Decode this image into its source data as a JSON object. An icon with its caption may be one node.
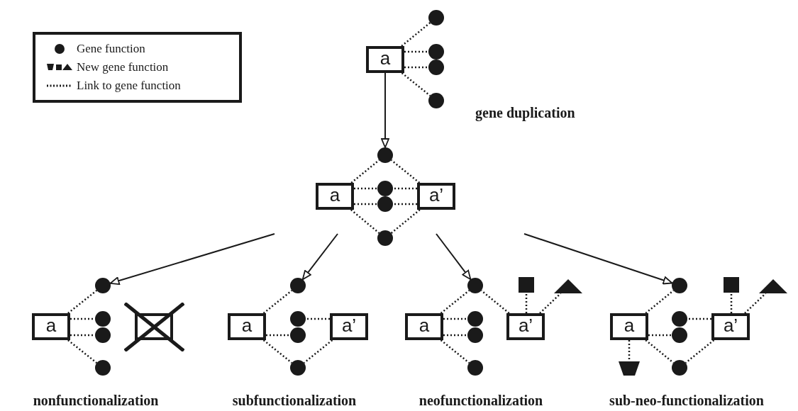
{
  "diagram": {
    "nodes": [
      {
        "text": [
          "a"
        ]
      },
      {
        "text": [],
        "shape": "circle"
      },
      {
        "text": [],
        "shape": "circle"
      },
      {
        "text": [],
        "shape": "circle"
      },
      {
        "text": [],
        "shape": "circle"
      },
      {
        "text": [
          "a"
        ]
      },
      {
        "text": [
          "a’"
        ]
      },
      {
        "text": [],
        "shape": "circle"
      },
      {
        "text": [],
        "shape": "circle"
      },
      {
        "text": [],
        "shape": "circle"
      },
      {
        "text": [],
        "shape": "circle"
      },
      {
        "text": [
          "a"
        ]
      },
      {
        "text": [],
        "shape": "circle"
      },
      {
        "text": [],
        "shape": "circle"
      },
      {
        "text": [],
        "shape": "circle"
      },
      {
        "text": [],
        "shape": "circle"
      },
      {
        "text": [],
        "shape": "box"
      },
      {
        "text": [
          "a"
        ]
      },
      {
        "text": [
          "a’"
        ]
      },
      {
        "text": [],
        "shape": "circle"
      },
      {
        "text": [],
        "shape": "circle"
      },
      {
        "text": [],
        "shape": "circle"
      },
      {
        "text": [],
        "shape": "circle"
      },
      {
        "text": [
          "a"
        ]
      },
      {
        "text": [
          "a’"
        ]
      },
      {
        "text": [],
        "shape": "circle"
      },
      {
        "text": [],
        "shape": "circle"
      },
      {
        "text": [],
        "shape": "circle"
      },
      {
        "text": [],
        "shape": "circle"
      },
      {
        "text": [],
        "shape": "square"
      },
      {
        "text": [],
        "shape": "triangle"
      },
      {
        "text": [
          "a"
        ]
      },
      {
        "text": [
          "a’"
        ]
      },
      {
        "text": [],
        "shape": "circle"
      },
      {
        "text": [],
        "shape": "circle"
      },
      {
        "text": [],
        "shape": "circle"
      },
      {
        "text": [],
        "shape": "circle"
      },
      {
        "text": [],
        "shape": "square"
      },
      {
        "text": [],
        "shape": "triangle"
      },
      {
        "text": [],
        "shape": "trapezoid"
      }
    ],
    "edges": [
      {
        "from": 0,
        "to": 1,
        "arrow": "none",
        "style": "dashed"
      },
      {
        "from": 0,
        "to": 2,
        "arrow": "none",
        "style": "dashed"
      },
      {
        "from": 0,
        "to": 3,
        "arrow": "none",
        "style": "dashed"
      },
      {
        "from": 0,
        "to": 4,
        "arrow": "none",
        "style": "dashed"
      },
      {
        "from": 5,
        "to": 7,
        "arrow": "none",
        "style": "dashed"
      },
      {
        "from": 5,
        "to": 8,
        "arrow": "none",
        "style": "dashed"
      },
      {
        "from": 5,
        "to": 9,
        "arrow": "none",
        "style": "dashed"
      },
      {
        "from": 5,
        "to": 10,
        "arrow": "none",
        "style": "dashed"
      },
      {
        "from": 6,
        "to": 7,
        "arrow": "none",
        "style": "dashed"
      },
      {
        "from": 6,
        "to": 8,
        "arrow": "none",
        "style": "dashed"
      },
      {
        "from": 6,
        "to": 9,
        "arrow": "none",
        "style": "dashed"
      },
      {
        "from": 6,
        "to": 10,
        "arrow": "none",
        "style": "dashed"
      },
      {
        "from": 11,
        "to": 12,
        "arrow": "none",
        "style": "dashed"
      },
      {
        "from": 11,
        "to": 13,
        "arrow": "none",
        "style": "dashed"
      },
      {
        "from": 11,
        "to": 14,
        "arrow": "none",
        "style": "dashed"
      },
      {
        "from": 11,
        "to": 15,
        "arrow": "none",
        "style": "dashed"
      },
      {
        "from": 17,
        "to": 19,
        "arrow": "none",
        "style": "dashed"
      },
      {
        "from": 17,
        "to": 21,
        "arrow": "none",
        "style": "dashed"
      },
      {
        "from": 17,
        "to": 22,
        "arrow": "none",
        "style": "dashed"
      },
      {
        "from": 18,
        "to": 20,
        "arrow": "none",
        "style": "dashed"
      },
      {
        "from": 18,
        "to": 22,
        "arrow": "none",
        "style": "dashed"
      },
      {
        "from": 23,
        "to": 25,
        "arrow": "none",
        "style": "dashed"
      },
      {
        "from": 23,
        "to": 26,
        "arrow": "none",
        "style": "dashed"
      },
      {
        "from": 23,
        "to": 27,
        "arrow": "none",
        "style": "dashed"
      },
      {
        "from": 23,
        "to": 28,
        "arrow": "none",
        "style": "dashed"
      },
      {
        "from": 24,
        "to": 25,
        "arrow": "none",
        "style": "dashed"
      },
      {
        "from": 24,
        "to": 29,
        "arrow": "none",
        "style": "dashed"
      },
      {
        "from": 24,
        "to": 30,
        "arrow": "none",
        "style": "dashed"
      },
      {
        "from": 31,
        "to": 33,
        "arrow": "none",
        "style": "dashed"
      },
      {
        "from": 31,
        "to": 35,
        "arrow": "none",
        "style": "dashed"
      },
      {
        "from": 31,
        "to": 36,
        "arrow": "none",
        "style": "dashed"
      },
      {
        "from": 31,
        "to": 39,
        "arrow": "none",
        "style": "dashed"
      },
      {
        "from": 32,
        "to": 34,
        "arrow": "none",
        "style": "dashed"
      },
      {
        "from": 32,
        "to": 36,
        "arrow": "none",
        "style": "dashed"
      },
      {
        "from": 32,
        "to": 37,
        "arrow": "none",
        "style": "dashed"
      },
      {
        "from": 32,
        "to": 38,
        "arrow": "none",
        "style": "dashed"
      },
      {
        "from": 0,
        "to": 7,
        "arrow": "to"
      },
      {
        "from": null,
        "to": 12,
        "arrow": "to"
      },
      {
        "from": null,
        "to": 19,
        "arrow": "to"
      },
      {
        "from": null,
        "to": 25,
        "arrow": "to"
      },
      {
        "from": null,
        "to": 33,
        "arrow": "to"
      }
    ],
    "labels": [
      "gene duplication",
      "nonfunctionalization",
      "subfunctionalization",
      "neofunctionalization",
      "sub-neo-functionalization"
    ],
    "legend": [
      {
        "text": "Gene function"
      },
      {
        "text": "New gene function"
      },
      {
        "text": "Link to gene function"
      }
    ]
  }
}
